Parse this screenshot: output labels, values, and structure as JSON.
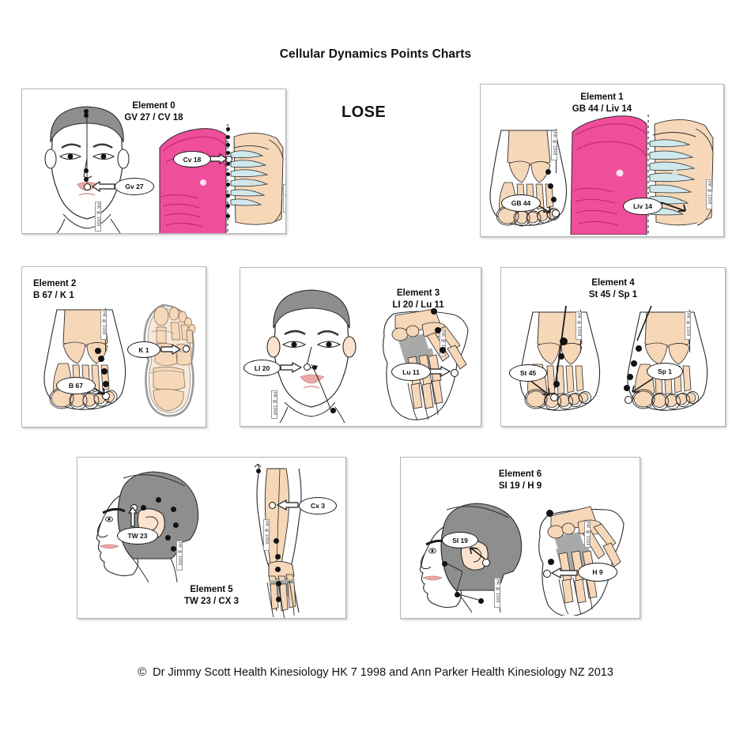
{
  "page": {
    "title": "Cellular Dynamics Points Charts",
    "lose_label": "LOSE",
    "footer_mark": "©",
    "footer_text": "Dr Jimmy Scott Health Kinesiology HK 7 1998 and Ann Parker Health Kinesiology NZ 2013",
    "background": "#ffffff",
    "panel_border": "#b6b6b6"
  },
  "colors": {
    "muscle_pink": "#ef4e9b",
    "bone_tan": "#f6d7b8",
    "rib_cyan": "#cfe8ec",
    "hair_gray": "#8e8e8e",
    "shade_gray": "#a9a9a9",
    "lip_pink": "#eda6a6",
    "ink": "#1a1a1a"
  },
  "panels": [
    {
      "id": "element-0",
      "title_line1": "Element 0",
      "title_line2": "GV 27 / CV 18",
      "title_align": "center",
      "title_position": "top",
      "callouts": [
        "Gv 27",
        "Cv 18"
      ],
      "figures": [
        "front-face",
        "chest-muscle-skeleton"
      ]
    },
    {
      "id": "element-1",
      "title_line1": "Element 1",
      "title_line2": "GB 44 / Liv 14",
      "title_align": "center",
      "title_position": "top",
      "callouts": [
        "GB 44",
        "Liv 14"
      ],
      "figures": [
        "foot-dorsum",
        "chest-muscle-skeleton"
      ]
    },
    {
      "id": "element-2",
      "title_line1": "Element 2",
      "title_line2": "B 67 / K 1",
      "title_align": "left",
      "title_position": "top",
      "callouts": [
        "B 67",
        "K 1"
      ],
      "figures": [
        "foot-dorsum",
        "foot-sole"
      ]
    },
    {
      "id": "element-3",
      "title_line1": "Element 3",
      "title_line2": "LI 20 / Lu 11",
      "title_align": "center",
      "title_position": "top-right",
      "callouts": [
        "LI 20",
        "Lu 11"
      ],
      "figures": [
        "front-face",
        "hand-dorsum"
      ]
    },
    {
      "id": "element-4",
      "title_line1": "Element 4",
      "title_line2": "St 45 / Sp 1",
      "title_align": "center",
      "title_position": "top",
      "callouts": [
        "St 45",
        "Sp 1"
      ],
      "figures": [
        "foot-dorsum",
        "foot-dorsum"
      ]
    },
    {
      "id": "element-5",
      "title_line1": "Element 5",
      "title_line2": "TW 23 / CX 3",
      "title_align": "center",
      "title_position": "bottom",
      "callouts": [
        "TW 23",
        "Cx 3"
      ],
      "figures": [
        "head-profile",
        "arm-forearm-hand"
      ]
    },
    {
      "id": "element-6",
      "title_line1": "Element 6",
      "title_line2": "SI 19 / H 9",
      "title_align": "center",
      "title_position": "top",
      "callouts": [
        "SI 19",
        "H 9"
      ],
      "figures": [
        "head-profile",
        "hand-dorsum"
      ]
    }
  ]
}
